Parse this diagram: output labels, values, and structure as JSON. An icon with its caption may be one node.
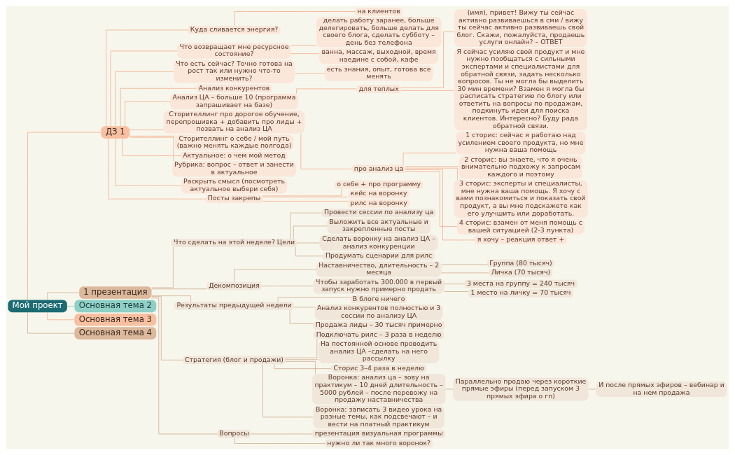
{
  "diagram": {
    "nodes": [
      {
        "text": [
          "Мой проект"
        ]
      },
      {
        "text": [
          "ДЗ 1"
        ]
      },
      {
        "text": [
          "Куда сливается энергия?"
        ]
      },
      {
        "text": [
          "на клиентов"
        ]
      },
      {
        "text": [
          "Что возвращает мне ресурсное состояние?"
        ]
      },
      {
        "text": [
          "делать работу заранее, больше делегировать, больше делать для своего блога, сделать субботу – день без телефона"
        ]
      },
      {
        "text": [
          "ванна, массаж, выходной, время наедине с собой, кафе"
        ]
      },
      {
        "text": [
          "Что есть сейчас? Точно готова на рост так или нужно что-то изменить?"
        ]
      },
      {
        "text": [
          "есть знания, опыт, готова все менять"
        ]
      },
      {
        "text": [
          "Анализ конкурентов"
        ]
      },
      {
        "text": [
          "Анализ ЦА – больше 10 (программа запрашивает на базе)"
        ]
      },
      {
        "text": [
          "для теплых"
        ]
      },
      {
        "text": [
          "(имя), привет! Вижу ты сейчас активно развиваешься в сми / вижу ты сейчас активно развиваешь свой блог. Скажи, пожалуйста, продаешь услуги онлайн? – ОТВЕТ"
        ]
      },
      {
        "text": [
          "Я сейчас усиляю свой продукт и мне нужно пообщаться с сильными экспертами и специалистами для обратной связи, задать несколько вопросов. Ты не могла бы выделить 30 мин времени? Взамен я могла бы расписать стратегию по блогу или ответить на вопросы по продажам, подкинуть идеи для поиска клиентов. Интересно? Буду рада обратной связи."
        ]
      },
      {
        "text": [
          "Сторителлинг про дорогое обучение, перепрошивка + добавить про лиды + позвать на анализ ЦА"
        ]
      },
      {
        "text": [
          "про анализ ца"
        ]
      },
      {
        "text": [
          "1 сторис: сейчас я работаю над усилением своего продукта, но мне нужна ваша помощь"
        ]
      },
      {
        "text": [
          "2 сторис: вы знаете, что я очень внимательно подхожу к запросам каждого и поэтому"
        ]
      },
      {
        "text": [
          "3 сторис: эксперты и специалисты, мне нужна ваша помощь. Я хочу с вами познакомиться и показать свой продукт, а вы мне подскажете как его улучшить или доработать."
        ]
      },
      {
        "text": [
          "4 сторис: взамен от меня помощь с вашей ситуацией (2-3 пункта)"
        ]
      },
      {
        "text": [
          "я хочу – реакция ответ +"
        ]
      },
      {
        "text": [
          "Сторителлинг о себе / мой путь (важно менять каждые полгода)"
        ]
      },
      {
        "text": [
          "Актуальное: о чем мой метод"
        ]
      },
      {
        "text": [
          "Рубрика: вопрос – ответ и занести в актуальное"
        ]
      },
      {
        "text": [
          "Раскрыть смысл (посмотреть актуальное выбери себя)"
        ]
      },
      {
        "text": [
          "Посты закрепы"
        ]
      },
      {
        "text": [
          "о себе + про программу"
        ]
      },
      {
        "text": [
          "кейс на воронку"
        ]
      },
      {
        "text": [
          "рилс на воронку"
        ]
      },
      {
        "text": [
          "1 презентация"
        ]
      },
      {
        "text": [
          "Что сделать на этой неделе? Цели"
        ]
      },
      {
        "text": [
          "Провести сессии по анализу ца"
        ]
      },
      {
        "text": [
          "Выложить все актуальные и закрепленные посты"
        ]
      },
      {
        "text": [
          "Сделать воронку на анализ ЦА – анализ конкуренции"
        ]
      },
      {
        "text": [
          "Продумать сценарии для рилс"
        ]
      },
      {
        "text": [
          "Декомпозиция"
        ]
      },
      {
        "text": [
          "Наставничество, длительность – 2 месяца"
        ]
      },
      {
        "text": [
          "Группа (80 тысяч)"
        ]
      },
      {
        "text": [
          "Личка (70 тысяч)"
        ]
      },
      {
        "text": [
          "Чтобы заработать 300.000 в первый запуск нужно примерно продать"
        ]
      },
      {
        "text": [
          "3 места на группу = 240 тысяч"
        ]
      },
      {
        "text": [
          "1 место на личку = 70 тысяч"
        ]
      },
      {
        "text": [
          "Результаты предыдущей недели"
        ]
      },
      {
        "text": [
          "В блоге ничего"
        ]
      },
      {
        "text": [
          "Анализ конкурентов полностью и 3 сессии по анализу ЦА"
        ]
      },
      {
        "text": [
          "Продажа лиды – 30 тысяч примерно"
        ]
      },
      {
        "text": [
          "Стратегия (блог и продажи)"
        ]
      },
      {
        "text": [
          "Подключать рилс – 3 раза в неделю"
        ]
      },
      {
        "text": [
          "На постоянной основе проводить анализ ЦА –сделать на него рассылку"
        ]
      },
      {
        "text": [
          "Сторис 3–4 раза в неделю"
        ]
      },
      {
        "text": [
          "Воронка: анализ ца – зову на практикум – 10 дней длительность – 5000 рублей – после перевожу на продажу наставничества"
        ]
      },
      {
        "text": [
          "Параллельно продаю через короткие прямые эфиры (перед запуском 3 прямых эфира о гп)"
        ]
      },
      {
        "text": [
          "И после прямых эфиров – вебинар и на нем продажа"
        ]
      },
      {
        "text": [
          "Воронка: записать 3 видео урока на разные темы, как подсвечают – и вести на платный практикум"
        ]
      },
      {
        "text": [
          "Вопросы"
        ]
      },
      {
        "text": [
          "презентация визуальная программы"
        ]
      },
      {
        "text": [
          "нужно ли так много воронок?"
        ]
      },
      {
        "text": [
          "Основная тема 2"
        ]
      },
      {
        "text": [
          "Основная тема 3"
        ]
      },
      {
        "text": [
          "Основная тема 4"
        ]
      }
    ],
    "edges": [
      {
        "from": 0,
        "to": 1,
        "arrow": "none"
      },
      {
        "from": 1,
        "to": 2,
        "arrow": "none"
      },
      {
        "from": 2,
        "to": 3,
        "arrow": "none"
      },
      {
        "from": 1,
        "to": 4,
        "arrow": "none"
      },
      {
        "from": 4,
        "to": 5,
        "arrow": "none"
      },
      {
        "from": 4,
        "to": 6,
        "arrow": "none"
      },
      {
        "from": 1,
        "to": 7,
        "arrow": "none"
      },
      {
        "from": 7,
        "to": 8,
        "arrow": "none"
      },
      {
        "from": 1,
        "to": 9,
        "arrow": "none"
      },
      {
        "from": 1,
        "to": 10,
        "arrow": "none"
      },
      {
        "from": 10,
        "to": 11,
        "arrow": "none"
      },
      {
        "from": 11,
        "to": 12,
        "arrow": "none"
      },
      {
        "from": 11,
        "to": 13,
        "arrow": "none"
      },
      {
        "from": 1,
        "to": 14,
        "arrow": "none"
      },
      {
        "from": 14,
        "to": 15,
        "arrow": "none"
      },
      {
        "from": 15,
        "to": 16,
        "arrow": "none"
      },
      {
        "from": 15,
        "to": 17,
        "arrow": "none"
      },
      {
        "from": 15,
        "to": 18,
        "arrow": "none"
      },
      {
        "from": 15,
        "to": 19,
        "arrow": "none"
      },
      {
        "from": 15,
        "to": 20,
        "arrow": "none"
      },
      {
        "from": 1,
        "to": 21,
        "arrow": "none"
      },
      {
        "from": 1,
        "to": 22,
        "arrow": "none"
      },
      {
        "from": 1,
        "to": 23,
        "arrow": "none"
      },
      {
        "from": 1,
        "to": 24,
        "arrow": "none"
      },
      {
        "from": 1,
        "to": 25,
        "arrow": "none"
      },
      {
        "from": 25,
        "to": 26,
        "arrow": "none"
      },
      {
        "from": 25,
        "to": 27,
        "arrow": "none"
      },
      {
        "from": 25,
        "to": 28,
        "arrow": "none"
      },
      {
        "from": 0,
        "to": 29,
        "arrow": "none"
      },
      {
        "from": 29,
        "to": 30,
        "arrow": "none"
      },
      {
        "from": 30,
        "to": 31,
        "arrow": "none"
      },
      {
        "from": 30,
        "to": 32,
        "arrow": "none"
      },
      {
        "from": 30,
        "to": 33,
        "arrow": "none"
      },
      {
        "from": 30,
        "to": 34,
        "arrow": "none"
      },
      {
        "from": 29,
        "to": 35,
        "arrow": "none"
      },
      {
        "from": 35,
        "to": 36,
        "arrow": "none"
      },
      {
        "from": 36,
        "to": 37,
        "arrow": "none"
      },
      {
        "from": 36,
        "to": 38,
        "arrow": "none"
      },
      {
        "from": 35,
        "to": 39,
        "arrow": "none"
      },
      {
        "from": 39,
        "to": 40,
        "arrow": "none"
      },
      {
        "from": 39,
        "to": 41,
        "arrow": "none"
      },
      {
        "from": 29,
        "to": 42,
        "arrow": "none"
      },
      {
        "from": 42,
        "to": 43,
        "arrow": "none"
      },
      {
        "from": 42,
        "to": 44,
        "arrow": "none"
      },
      {
        "from": 42,
        "to": 45,
        "arrow": "none"
      },
      {
        "from": 29,
        "to": 46,
        "arrow": "none"
      },
      {
        "from": 46,
        "to": 47,
        "arrow": "none"
      },
      {
        "from": 46,
        "to": 48,
        "arrow": "none"
      },
      {
        "from": 46,
        "to": 49,
        "arrow": "none"
      },
      {
        "from": 46,
        "to": 50,
        "arrow": "none"
      },
      {
        "from": 50,
        "to": 51,
        "arrow": "none"
      },
      {
        "from": 51,
        "to": 52,
        "arrow": "none"
      },
      {
        "from": 46,
        "to": 53,
        "arrow": "none"
      },
      {
        "from": 29,
        "to": 54,
        "arrow": "none"
      },
      {
        "from": 54,
        "to": 55,
        "arrow": "none"
      },
      {
        "from": 54,
        "to": 56,
        "arrow": "none"
      },
      {
        "from": 0,
        "to": 57,
        "arrow": "none",
        "color": "#7fbfb5"
      },
      {
        "from": 0,
        "to": 58,
        "arrow": "none"
      },
      {
        "from": 0,
        "to": 59,
        "arrow": "none"
      }
    ]
  }
}
